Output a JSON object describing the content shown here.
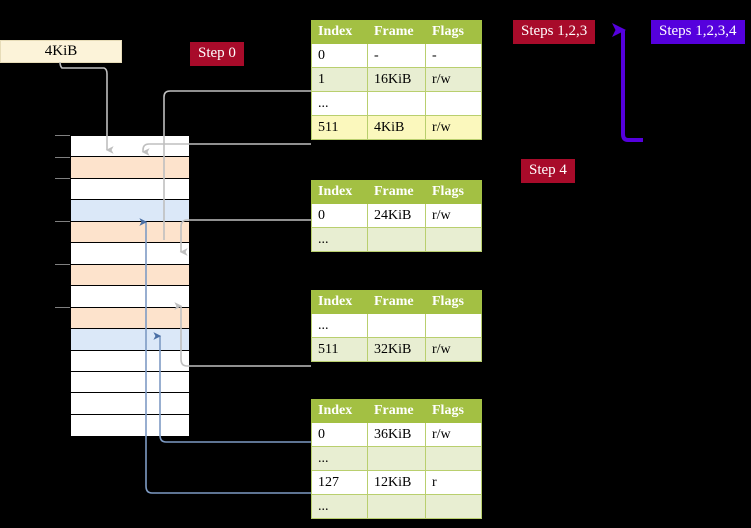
{
  "labels": {
    "mem_block": "4KiB",
    "step0": "Step 0",
    "steps123": "Steps 1,2,3",
    "steps1234": "Steps 1,2,3,4",
    "step4": "Step 4"
  },
  "colors": {
    "chip_red": "#a80b2a",
    "chip_blue": "#5500dd",
    "table_header": "#a3c043",
    "table_alt_row": "#e8eed2",
    "table_highlight": "#fbf8bd",
    "mem_label_bg": "#fcf3d9",
    "grid_peach": "#fde3cc",
    "grid_blue": "#dbe8f8",
    "grid_white": "#ffffff",
    "connector_gray": "#b3b3b3",
    "connector_blue": "#7e9bc4",
    "background": "#000000"
  },
  "columns": [
    "Index",
    "Frame",
    "Flags"
  ],
  "tables": [
    {
      "name": "pml4-table",
      "rows": [
        {
          "index": "0",
          "frame": "-",
          "flags": "-",
          "style": "plain"
        },
        {
          "index": "1",
          "frame": "16KiB",
          "flags": "r/w",
          "style": "alt"
        },
        {
          "index": "...",
          "frame": "",
          "flags": "",
          "style": "plain"
        },
        {
          "index": "511",
          "frame": "4KiB",
          "flags": "r/w",
          "style": "highlight"
        }
      ]
    },
    {
      "name": "pdp-table",
      "rows": [
        {
          "index": "0",
          "frame": "24KiB",
          "flags": "r/w",
          "style": "plain"
        },
        {
          "index": "...",
          "frame": "",
          "flags": "",
          "style": "alt"
        }
      ]
    },
    {
      "name": "pd-table",
      "rows": [
        {
          "index": "...",
          "frame": "",
          "flags": "",
          "style": "plain"
        },
        {
          "index": "511",
          "frame": "32KiB",
          "flags": "r/w",
          "style": "alt"
        }
      ]
    },
    {
      "name": "pt-table",
      "rows": [
        {
          "index": "0",
          "frame": "36KiB",
          "flags": "r/w",
          "style": "plain"
        },
        {
          "index": "...",
          "frame": "",
          "flags": "",
          "style": "alt"
        },
        {
          "index": "127",
          "frame": "12KiB",
          "flags": "r",
          "style": "plain"
        },
        {
          "index": "...",
          "frame": "",
          "flags": "",
          "style": "alt"
        }
      ]
    }
  ],
  "memory_grid": {
    "name": "physical-memory-frames",
    "rows": [
      {
        "fill": "white"
      },
      {
        "fill": "peach"
      },
      {
        "fill": "white"
      },
      {
        "fill": "blue"
      },
      {
        "fill": "peach"
      },
      {
        "fill": "white"
      },
      {
        "fill": "peach"
      },
      {
        "fill": "white"
      },
      {
        "fill": "peach"
      },
      {
        "fill": "blue"
      },
      {
        "fill": "white"
      },
      {
        "fill": "white"
      },
      {
        "fill": "white"
      },
      {
        "fill": "white"
      }
    ]
  }
}
